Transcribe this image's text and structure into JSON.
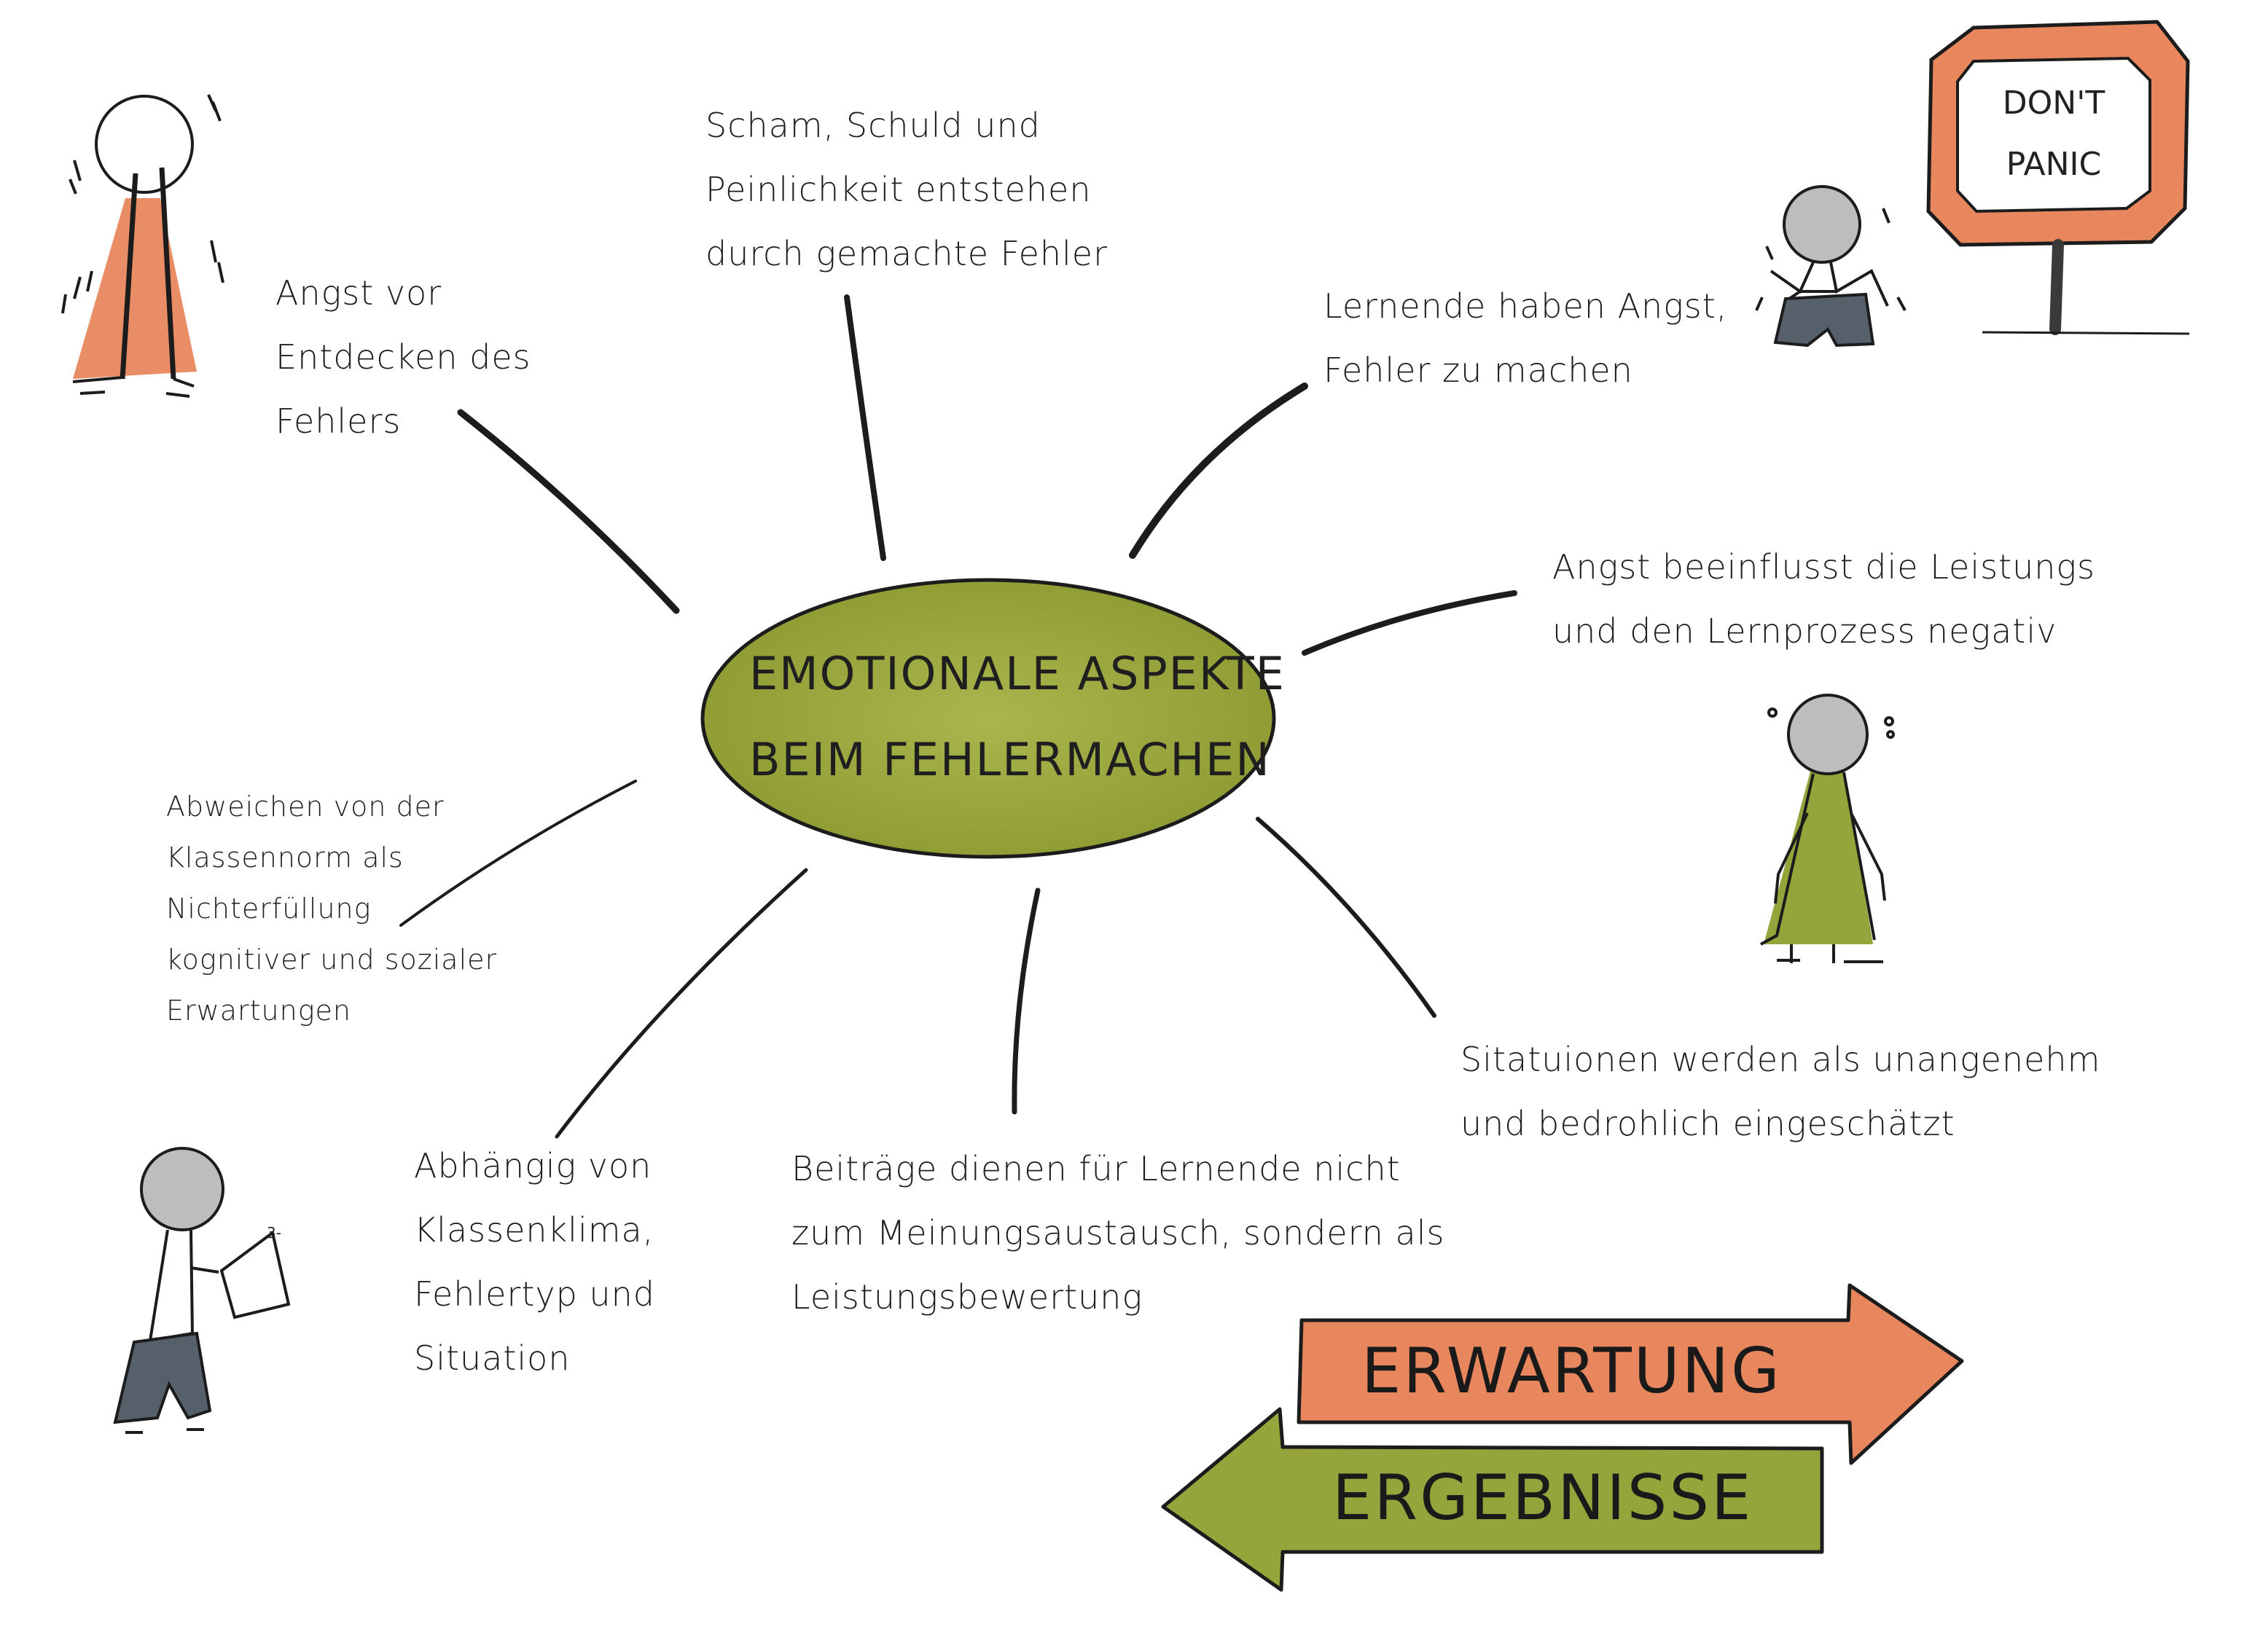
{
  "center": {
    "line1": "EMOTIONALE ASPEKTE",
    "line2": "BEIM FEHLERMACHEN"
  },
  "notes": {
    "fear_discovery": "Angst vor\nEntdecken des\nFehlers",
    "shame": "Scham, Schuld und\nPeinlichkeit entstehen\ndurch gemachte Fehler",
    "fear_mistakes": "Lernende haben Angst,\nFehler zu machen",
    "performance": "Angst beeinflusst die Leistungs\nund den Lernprozess negativ",
    "deviation": "Abweichen von der\nKlassennorm als\nNichterfüllung\nkognitiver und sozialer\nErwartungen",
    "dependency": "Abhängig von\nKlassenklima,\nFehlertyp und\nSituation",
    "contributions": "Beiträge dienen für Lernende nicht\nzum Meinungsaustausch, sondern als\nLeistungsbewertung",
    "situations": "Sitatuionen werden als unangenehm\nund bedrohlich eingeschätzt"
  },
  "sign": {
    "line1": "DON'T",
    "line2": "PANIC"
  },
  "paper_label": "3-",
  "arrows": {
    "expectation": "ERWARTUNG",
    "results": "ERGEBNISSE"
  },
  "colors": {
    "orange": "#e8875e",
    "olive": "#96a43c",
    "olive_dark": "#7f8d2c",
    "grey_head": "#bdbdbd",
    "slate": "#55606b",
    "ink": "#1c1c1c"
  },
  "icons": {
    "worried_person": "orange-dress-person-icon",
    "dont_panic_sign": "dont-panic-sign-icon",
    "running_person": "running-person-icon",
    "sweating_person": "sweating-person-icon",
    "paper_person": "person-with-paper-icon"
  }
}
